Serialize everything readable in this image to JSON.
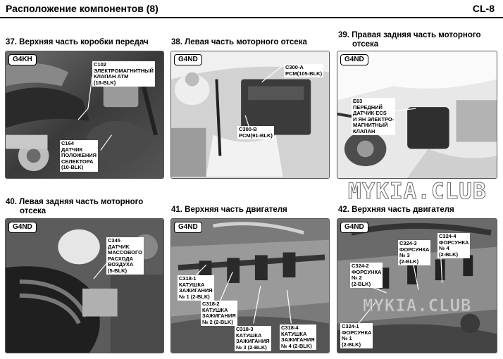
{
  "header": {
    "title": "Расположение компонентов (8)",
    "code": "CL-8"
  },
  "watermark": "MYKIA.CLUB",
  "panels": [
    {
      "caption": [
        "37. Верхняя часть коробки передач"
      ],
      "engine": "G4KH",
      "labels": [
        [
          "C102",
          "ЭЛЕКТРОМАГНИТНЫЙ",
          "КЛАПАН АТМ",
          "(18-BLK)"
        ],
        [
          "C164",
          "ДАТЧИК",
          "ПОЛОЖЕНИЯ",
          "СЕЛЕКТОРА",
          "(10-BLK)"
        ]
      ]
    },
    {
      "caption": [
        "38. Левая часть моторного отсека"
      ],
      "engine": "G4ND",
      "labels": [
        [
          "C300-A",
          "PCM(105-BLK)"
        ],
        [
          "C300-B",
          "PCM(91-BLK)"
        ]
      ]
    },
    {
      "caption": [
        "39. Правая задняя часть моторного",
        "отсека"
      ],
      "engine": "G4ND",
      "labels": [
        [
          "E63",
          "ПЕРЕДНИЙ",
          "ДАТЧИК ECS",
          "И ЯН ЭЛЕКТРО-",
          "МАГНИТНЫЙ",
          "КЛАПАН"
        ]
      ]
    },
    {
      "caption": [
        "40. Левая задняя часть моторного",
        "отсека"
      ],
      "engine": "G4ND",
      "labels": [
        [
          "C345",
          "ДАТЧИК",
          "МАССОВОГО",
          "РАСХОДА",
          "ВОЗДУХА",
          "(5-BLK)"
        ]
      ]
    },
    {
      "caption": [
        "41. Верхняя часть двигателя"
      ],
      "engine": "G4ND",
      "labels": [
        [
          "C318-1",
          "КАТУШКА",
          "ЗАЖИГАНИЯ",
          "№ 1 (2-BLK)"
        ],
        [
          "C318-2",
          "КАТУШКА",
          "ЗАЖИГАНИЯ",
          "№ 2 (2-BLK)"
        ],
        [
          "C318-3",
          "КАТУШКА",
          "ЗАЖИГАНИЯ",
          "№ 3 (2-BLK)"
        ],
        [
          "C318-4",
          "КАТУШКА",
          "ЗАЖИГАНИЯ",
          "№ 4 (2-BLK)"
        ]
      ]
    },
    {
      "caption": [
        "42. Верхняя часть двигателя"
      ],
      "engine": "G4ND",
      "labels": [
        [
          "C324-3",
          "ФОРСУНКА",
          "№ 3",
          "(2-BLK)"
        ],
        [
          "C324-4",
          "ФОРСУНКА",
          "№ 4",
          "(2-BLK)"
        ],
        [
          "C324-2",
          "ФОРСУНКА",
          "№ 2",
          "(2-BLK)"
        ],
        [
          "C324-1",
          "ФОРСУНКА",
          "№ 1",
          "(2-BLK)"
        ]
      ]
    }
  ]
}
